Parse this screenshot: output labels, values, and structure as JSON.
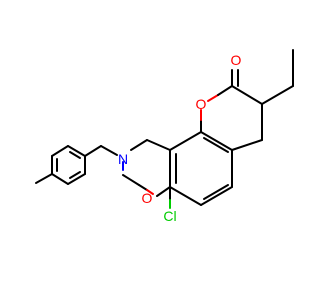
{
  "molecule": {
    "atoms": {
      "carbonyl_oxygen": "O",
      "ring_oxygen": "O",
      "oxazine_oxygen": "O",
      "nitrogen": "N",
      "chlorine": "Cl"
    },
    "colors": {
      "oxygen": "#ff0000",
      "nitrogen": "#0000ff",
      "chlorine": "#00cc00",
      "carbon_bond": "#000000",
      "background": "#ffffff"
    }
  }
}
